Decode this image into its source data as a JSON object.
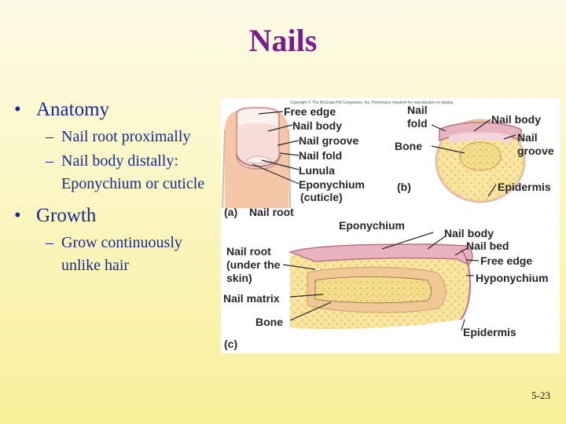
{
  "slide": {
    "title": "Nails",
    "bullets": [
      {
        "text": "Anatomy",
        "sub": [
          "Nail root proximally",
          "Nail body distally: Eponychium or cuticle"
        ]
      },
      {
        "text": "Growth",
        "sub": [
          "Grow continuously unlike hair"
        ]
      }
    ],
    "page_number": "5-23"
  },
  "figure": {
    "copyright": "Copyright © The McGraw-Hill Companies, Inc. Permission required for reproduction or display.",
    "panel_a": {
      "tag": "(a)",
      "labels": [
        "Free edge",
        "Nail body",
        "Nail groove",
        "Nail fold",
        "Lunula",
        "Eponychium",
        "(cuticle)",
        "Nail root"
      ]
    },
    "panel_b": {
      "tag": "(b)",
      "labels": [
        "Nail",
        "fold",
        "Nail body",
        "Nail",
        "groove",
        "Bone",
        "Epidermis"
      ]
    },
    "panel_c": {
      "tag": "(c)",
      "labels": [
        "Eponychium",
        "Nail body",
        "Nail bed",
        "Free edge",
        "Hyponychium",
        "Nail root",
        "(under the",
        "skin)",
        "Nail matrix",
        "Bone",
        "Epidermis"
      ]
    }
  }
}
